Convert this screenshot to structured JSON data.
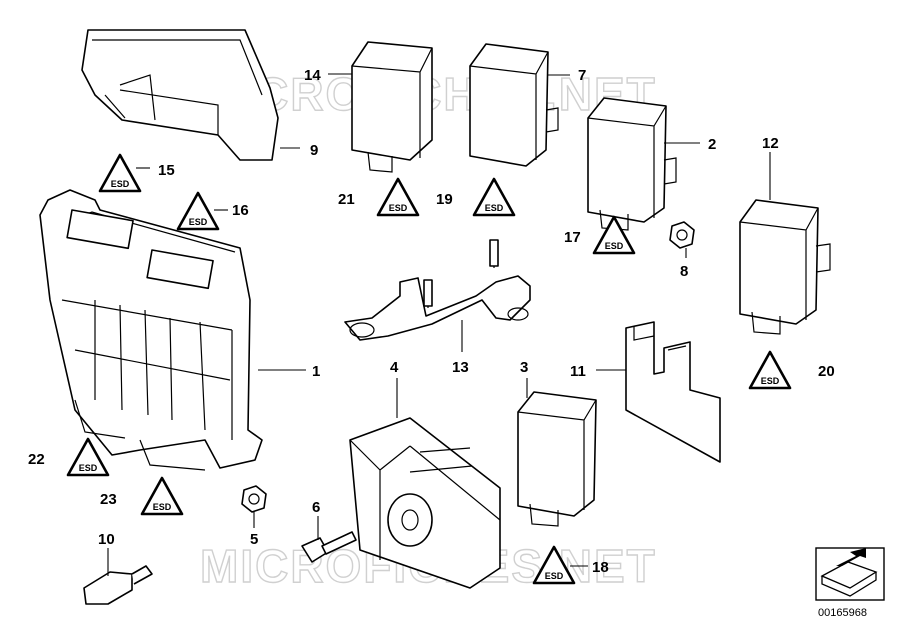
{
  "watermark": {
    "text": "MICROFICHES.NET"
  },
  "callouts": {
    "c1": "1",
    "c2": "2",
    "c3": "3",
    "c4": "4",
    "c5": "5",
    "c6": "6",
    "c7": "7",
    "c8": "8",
    "c9": "9",
    "c10": "10",
    "c11": "11",
    "c12": "12",
    "c13": "13",
    "c14": "14",
    "c15": "15",
    "c16": "16",
    "c17": "17",
    "c18": "18",
    "c19": "19",
    "c20": "20",
    "c21": "21",
    "c22": "22",
    "c23": "23"
  },
  "warning_symbol": {
    "text": "ESD"
  },
  "diagram_code": "00165968"
}
